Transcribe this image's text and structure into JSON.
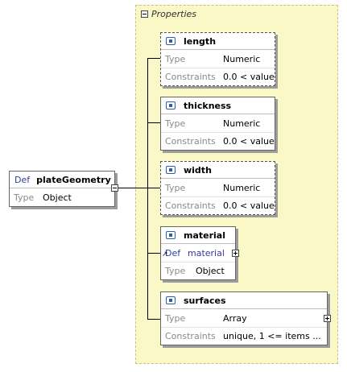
{
  "root": {
    "def_label": "Def",
    "name": "plateGeometry",
    "type_label": "Type",
    "type_value": "Object"
  },
  "properties_group": {
    "title": "Properties"
  },
  "properties": [
    {
      "name": "length",
      "type_label": "Type",
      "type_value": "Numeric",
      "constraints_label": "Constraints",
      "constraints_value": "0.0 < value"
    },
    {
      "name": "thickness",
      "type_label": "Type",
      "type_value": "Numeric",
      "constraints_label": "Constraints",
      "constraints_value": "0.0 < value"
    },
    {
      "name": "width",
      "type_label": "Type",
      "type_value": "Numeric",
      "constraints_label": "Constraints",
      "constraints_value": "0.0 < value"
    },
    {
      "name": "material",
      "def_label": "Def",
      "def_value": "material",
      "type_label": "Type",
      "type_value": "Object"
    },
    {
      "name": "surfaces",
      "type_label": "Type",
      "type_value": "Array",
      "constraints_label": "Constraints",
      "constraints_value": "unique, 1 <= items ..."
    }
  ]
}
